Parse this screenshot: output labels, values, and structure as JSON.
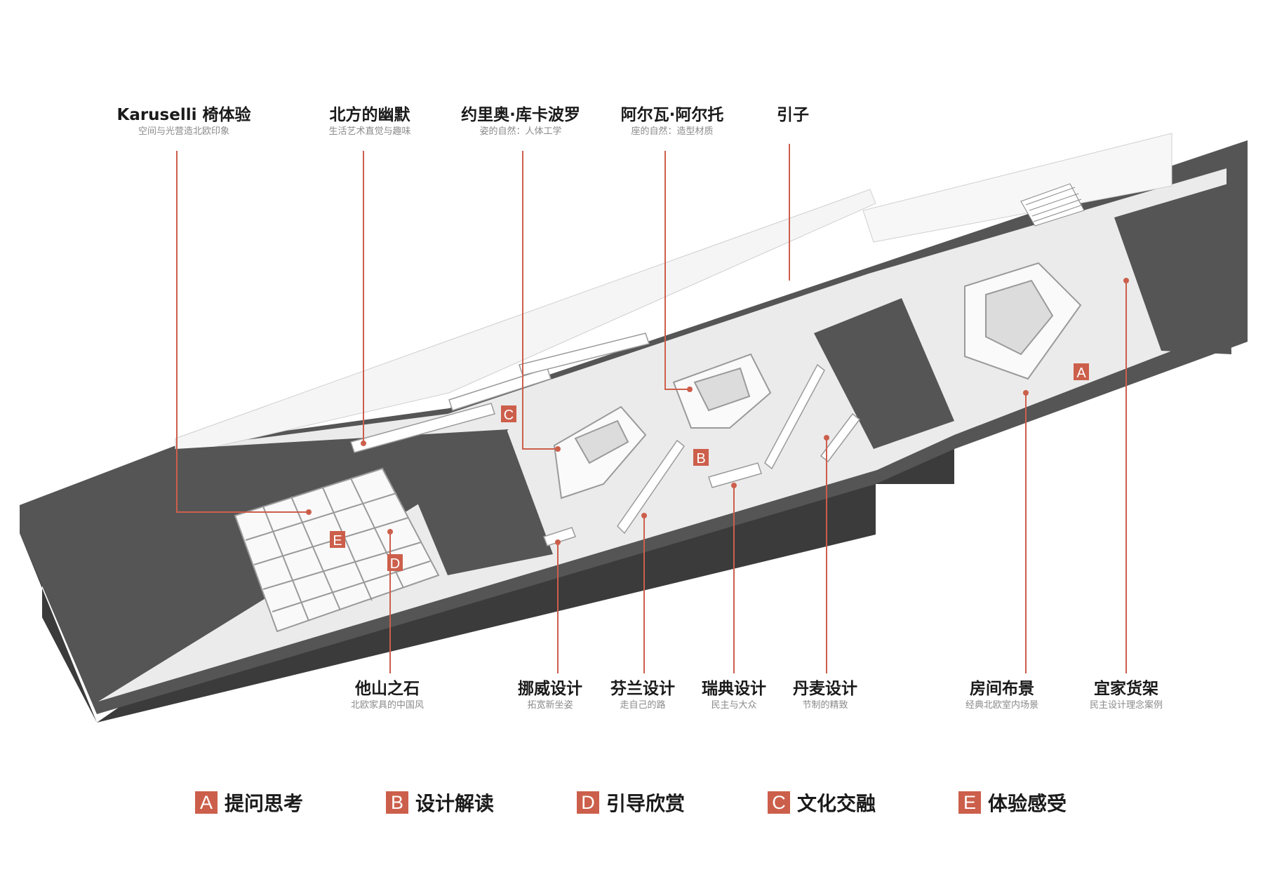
{
  "accent_color": "#cc5f4b",
  "top_labels": [
    {
      "title": "Karuselli 椅体验",
      "subtitle": "空间与光营造北欧印象"
    },
    {
      "title": "北方的幽默",
      "subtitle": "生活艺术直觉与趣味"
    },
    {
      "title": "约里奥·库卡波罗",
      "subtitle": "姿的自然：人体工学"
    },
    {
      "title": "阿尔瓦·阿尔托",
      "subtitle": "座的自然：造型材质"
    },
    {
      "title": "引子",
      "subtitle": ""
    }
  ],
  "bottom_labels": [
    {
      "title": "他山之石",
      "subtitle": "北欧家具的中国风"
    },
    {
      "title": "挪威设计",
      "subtitle": "拓宽新坐姿"
    },
    {
      "title": "芬兰设计",
      "subtitle": "走自己的路"
    },
    {
      "title": "瑞典设计",
      "subtitle": "民主与大众"
    },
    {
      "title": "丹麦设计",
      "subtitle": "节制的精致"
    },
    {
      "title": "房间布景",
      "subtitle": "经典北欧室内场景"
    },
    {
      "title": "宜家货架",
      "subtitle": "民主设计理念案例"
    }
  ],
  "zone_markers": [
    "A",
    "B",
    "C",
    "D",
    "E"
  ],
  "legend": [
    {
      "letter": "A",
      "text": "提问思考"
    },
    {
      "letter": "B",
      "text": "设计解读"
    },
    {
      "letter": "D",
      "text": "引导欣赏"
    },
    {
      "letter": "C",
      "text": "文化交融"
    },
    {
      "letter": "E",
      "text": "体验感受"
    }
  ]
}
